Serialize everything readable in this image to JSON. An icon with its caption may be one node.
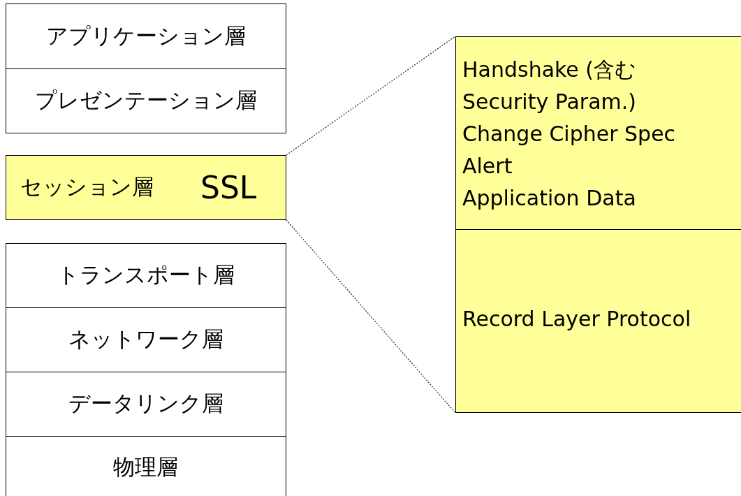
{
  "diagram": {
    "nodes": [
      {
        "text": [
          "アプリケーション層"
        ]
      },
      {
        "text": [
          "プレゼンテーション層"
        ]
      },
      {
        "text": [
          "セッション層",
          "SSL"
        ]
      },
      {
        "text": [
          "トランスポート層"
        ]
      },
      {
        "text": [
          "ネットワーク層"
        ]
      },
      {
        "text": [
          "データリンク層"
        ]
      },
      {
        "text": [
          "物理層"
        ]
      },
      {
        "text": [
          "Handshake (含むSecurity Param.)",
          "Change Cipher Spec",
          "Alert",
          "Application Data"
        ]
      },
      {
        "text": [
          "Record Layer Protocol"
        ]
      }
    ],
    "edges": [
      {
        "from": 2,
        "to": 7,
        "arrow": "none",
        "style": "dashed"
      },
      {
        "from": 2,
        "to": 8,
        "arrow": "none",
        "style": "dashed"
      }
    ]
  }
}
